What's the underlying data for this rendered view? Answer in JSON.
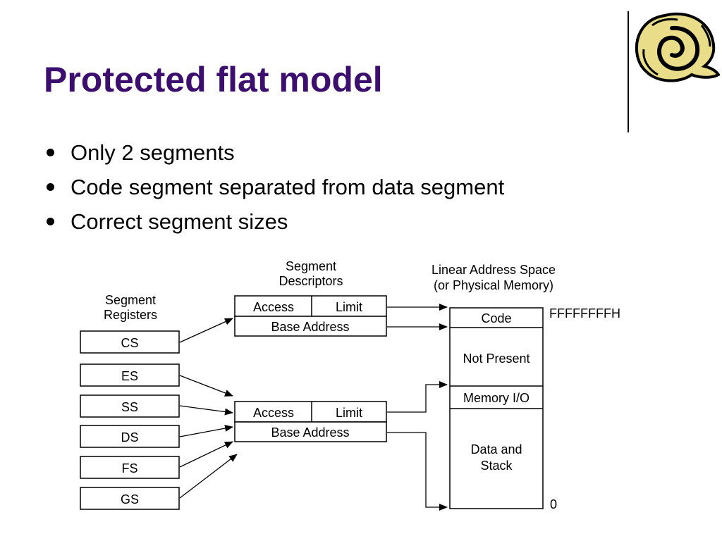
{
  "slide": {
    "title": "Protected flat model",
    "bullets": [
      "Only 2 segments",
      "Code segment separated from data segment",
      "Correct segment sizes"
    ]
  },
  "diagram": {
    "registers_header": [
      "Segment",
      "Registers"
    ],
    "descriptors_header": [
      "Segment",
      "Descriptors"
    ],
    "address_space_header": [
      "Linear Address Space",
      "(or Physical Memory)"
    ],
    "registers": [
      "CS",
      "ES",
      "SS",
      "DS",
      "FS",
      "GS"
    ],
    "descriptor_labels": {
      "access": "Access",
      "limit": "Limit",
      "base_address": "Base Address"
    },
    "memory_regions": {
      "code": "Code",
      "not_present": "Not Present",
      "memory_io": "Memory I/O",
      "data_and_stack": [
        "Data and",
        "Stack"
      ]
    },
    "address_top": "FFFFFFFFH",
    "address_bottom": "0"
  }
}
